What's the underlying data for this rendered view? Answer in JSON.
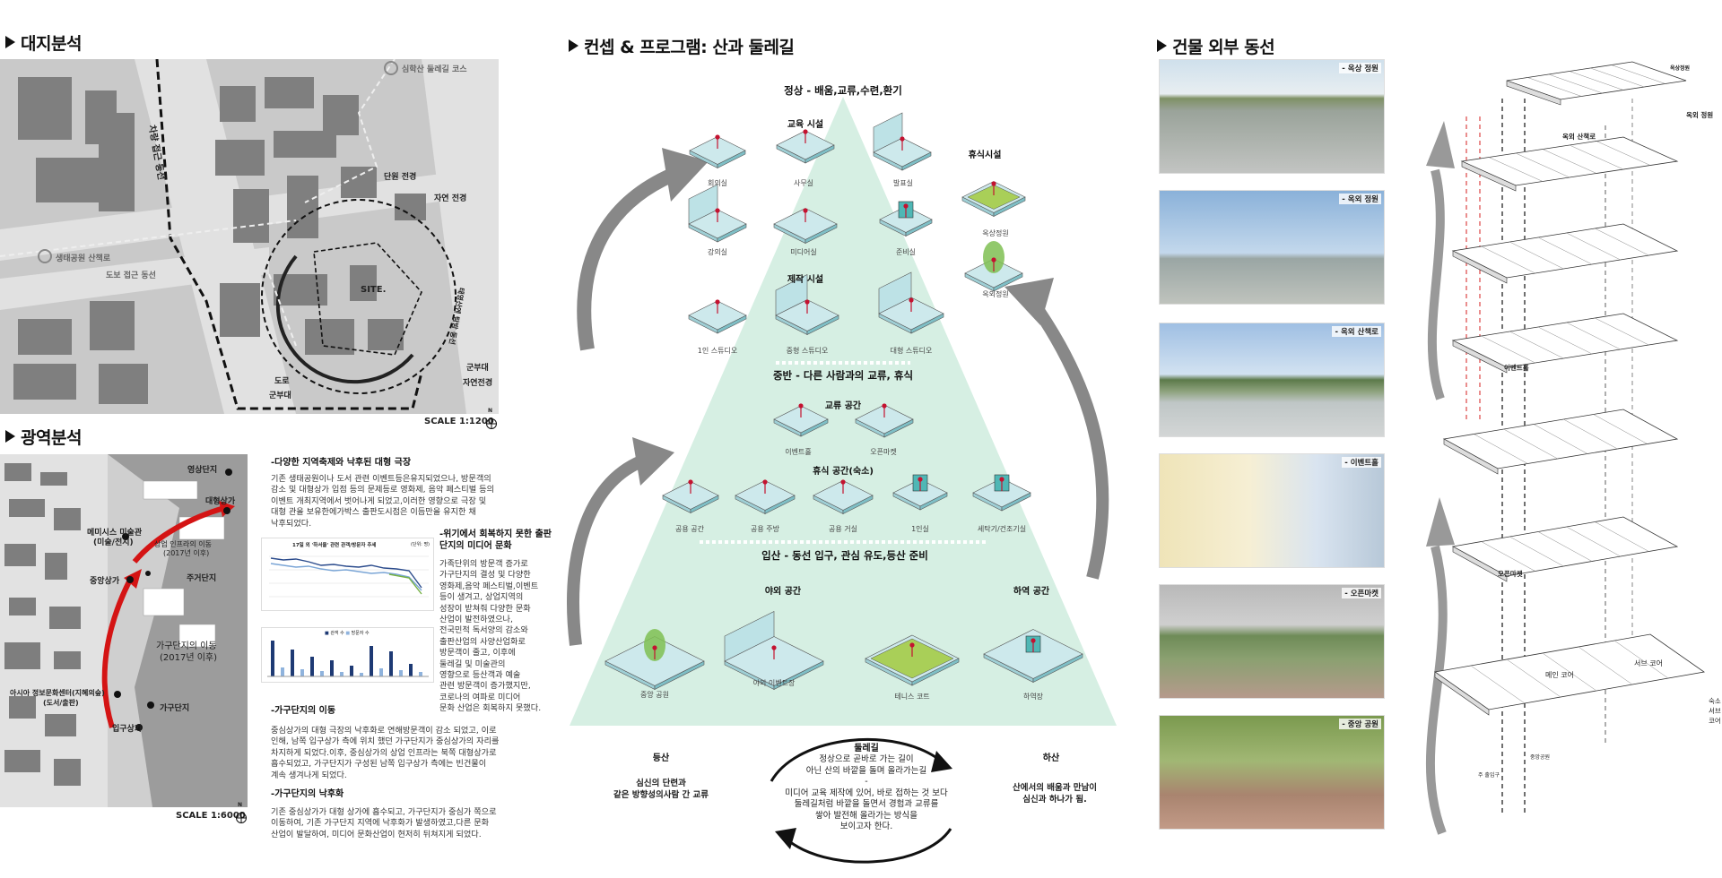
{
  "sections": {
    "site": "대지분석",
    "regional": "광역분석",
    "concept": "컨셉 & 프로그램: 산과 둘레길",
    "circulation": "건물 외부 동선"
  },
  "site_map": {
    "labels": {
      "trail": "심학산 둘레길 코스",
      "vehicle": "차량 접근 동선",
      "view_hill": "단원 전경",
      "view_nature": "자연 전경",
      "park_walk": "생태공원 산책로",
      "pedestrian": "도보 접근 동선",
      "site": "SITE.",
      "parkway": "태영산엔 탐방 동선",
      "road": "도로",
      "road2": "군부대",
      "army": "군부대",
      "army2": "자연전경"
    },
    "scale": "SCALE 1:1200",
    "north": "N"
  },
  "region_map": {
    "labels": {
      "video": "영상단지",
      "large": "대형상가",
      "mesis": "메미시스 미술관",
      "mesis2": "(미술/전시)",
      "move1": "상업 인프라의 이동",
      "move1b": "(2017년 이후)",
      "center": "중앙상가",
      "housing": "주거단지",
      "furn_move": "가구단지의 이동",
      "furn_move2": "(2017년 이후)",
      "asia": "아시아 정보문화센터(지혜의숲)",
      "asia2": "(도서/출판)",
      "furn": "가구단지",
      "entrance": "입구상가"
    },
    "scale": "SCALE 1:6000",
    "north": "N"
  },
  "analysis_text": {
    "p1_title": "-다양한 지역축제와 낙후된 대형 극장",
    "p1": [
      "기존 생태공원이나 도서 관련 이벤트등은유지되었으나, 방문객의",
      "감소 및 대형상가 입점 등의 문제등로 영화제, 음악 페스티벌 등의",
      "이벤트 개최지역에서 벗어나게 되었고,이러한 영향으로 극장 및",
      "대형 관을 보유한에가박스 출판도시점은 이듬만을 유지한 채",
      "낙후되었다."
    ],
    "p2_title": "-위기에서 회복하지 못한 출판단지의 미디어 문화",
    "p2": [
      "가족단위의 방문객 증가로",
      "가구단지의 결성 및 다양한",
      "영화제,음악 페스티벌,이벤트",
      " 등이 생겨고, 상업지역의",
      "성장이 받쳐줘 다양한 문화",
      "산업이 발전하였으나,",
      "전국민적 독서양의 감소와",
      "출판산업의 사양산업화로",
      "방문객이 줄고, 이후에",
      "둘레길 및 미술관의",
      "영향으로 등산객과 예술",
      "관련 방문객이 증가했지만,",
      "코로나의 여파로 미디어",
      "문화 산업은 회복하지 못했다."
    ],
    "p3_title": "-가구단지의 이동",
    "p3": [
      "중심상가의 대형 극장의 낙후화로  연해방문객이 감소 되었고, 이로",
      "인해, 남쪽 입구상가 측에 위치 했던 가구단지가 중심상가의 자리를",
      "차지하게 되었다.이후, 중심상가의 상업 인프라는 북쪽 대형상가로",
      "흡수되었고, 가구단지가 구성된 남쪽 입구상가 측에는 빈건물이",
      "계속 생겨나게 되었다."
    ],
    "p4_title": "-가구단지의 낙후화",
    "p4": [
      "기존 중심상가가 대형 상가에 흡수되고, 가구단지가 중심가 쪽으로",
      "이동하여, 기존 가구단지 지역에 낙후화가 발생하였고,다른 문화",
      "산업이 발달하여, 미디어 문화산업이 현저히 뒤쳐지게 되었다."
    ]
  },
  "mini_chart": {
    "title": "17일 외 '하서울' 관련 관객/방문자 추세",
    "unit": "(단위: 명)",
    "legend": [
      "관객 수",
      "방문자 수"
    ]
  },
  "pyramid": {
    "top": {
      "title": "정상 - 배움,교류,수련,환기",
      "edu": "교육 시설",
      "edu_items": [
        "회의실",
        "사무실",
        "발표실",
        "강의실",
        "미디어실",
        "준비실"
      ],
      "rest": "휴식시설",
      "rest_items": [
        "옥상정원",
        "옥외정원"
      ],
      "make": "제작 시설",
      "make_items": [
        "1인 스튜디오",
        "중형 스튜디오",
        "대형 스튜디오"
      ]
    },
    "mid": {
      "title": "중반 - 다른 사람과의 교류, 휴식",
      "ex": "교류 공간",
      "ex_items": [
        "이벤트홀",
        "오픈마켓"
      ],
      "rest": "휴식 공간(숙소)",
      "rest_items": [
        "공용 공간",
        "공용 주방",
        "공용 거실",
        "1인실",
        "세탁기/건조기실"
      ]
    },
    "low": {
      "title": "입산 - 동선 입구, 관심 유도,등산 준비",
      "out": "야외 공간",
      "down": "하역 공간",
      "items": [
        "중앙 공원",
        "야외 이벤트장",
        "테니스 코트",
        "하역장"
      ]
    }
  },
  "cycle": {
    "up": "등산",
    "up_desc": [
      "심신의 단련과",
      "같은 방향성의사람 간 교류"
    ],
    "trail": "둘레길",
    "trail_desc": [
      "정상으로 곧바로 가는 길이",
      "아닌 산의 바깥을 돌며 올라가는길",
      "-",
      "미디어 교육 제작에 있어, 바로 접하는 것 보다",
      "둘레길처럼 바깥을 돌면서 경험과 교류를",
      "쌓아 발전해 올라가는 방식을",
      "보이고자 한다."
    ],
    "down": "하산",
    "down_desc": [
      "산에서의 배움과 만남이",
      "심신과 하나가 됨."
    ]
  },
  "photos": [
    "- 옥상 정원",
    "- 옥외 정원",
    "- 옥외 산책로",
    "- 이벤트홀",
    "- 오픈마켓",
    "- 중앙 공원"
  ],
  "axon": {
    "labels": [
      "옥상정원",
      "옥외 정원",
      "옥외 산책로",
      "이벤트홀",
      "오픈마켓",
      "메인 코어",
      "서브 코어",
      "숙소",
      "서브",
      "코어",
      "주 출입구",
      "중앙공원"
    ]
  }
}
